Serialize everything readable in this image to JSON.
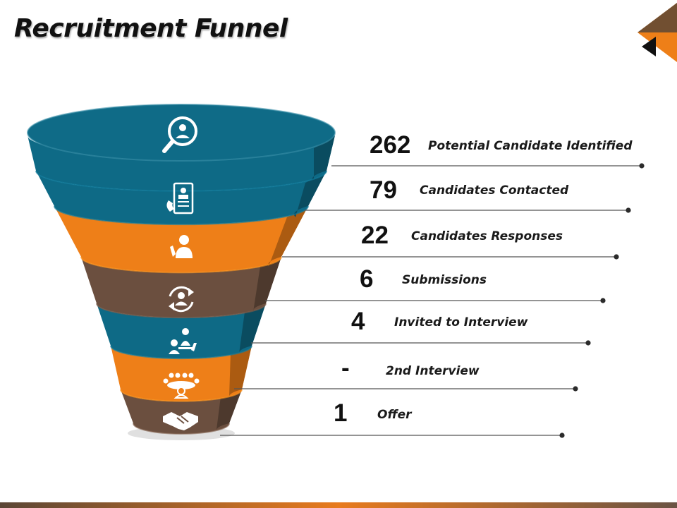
{
  "title": "Recruitment Funnel",
  "colors": {
    "teal": "#0e6a86",
    "orange": "#ee7f18",
    "brown": "#6b4f3f"
  },
  "stages": [
    {
      "value": "262",
      "label": "Potential Candidate Identified",
      "icon": "magnifier-person-icon"
    },
    {
      "value": "79",
      "label": "Candidates Contacted",
      "icon": "phone-resume-icon"
    },
    {
      "value": "22",
      "label": "Candidates Responses",
      "icon": "person-raised-hand-icon"
    },
    {
      "value": "6",
      "label": "Submissions",
      "icon": "person-cycle-icon"
    },
    {
      "value": "4",
      "label": "Invited to Interview",
      "icon": "interview-desk-icon"
    },
    {
      "value": "-",
      "label": "2nd Interview",
      "icon": "meeting-table-icon"
    },
    {
      "value": "1",
      "label": "Offer",
      "icon": "handshake-icon"
    }
  ]
}
